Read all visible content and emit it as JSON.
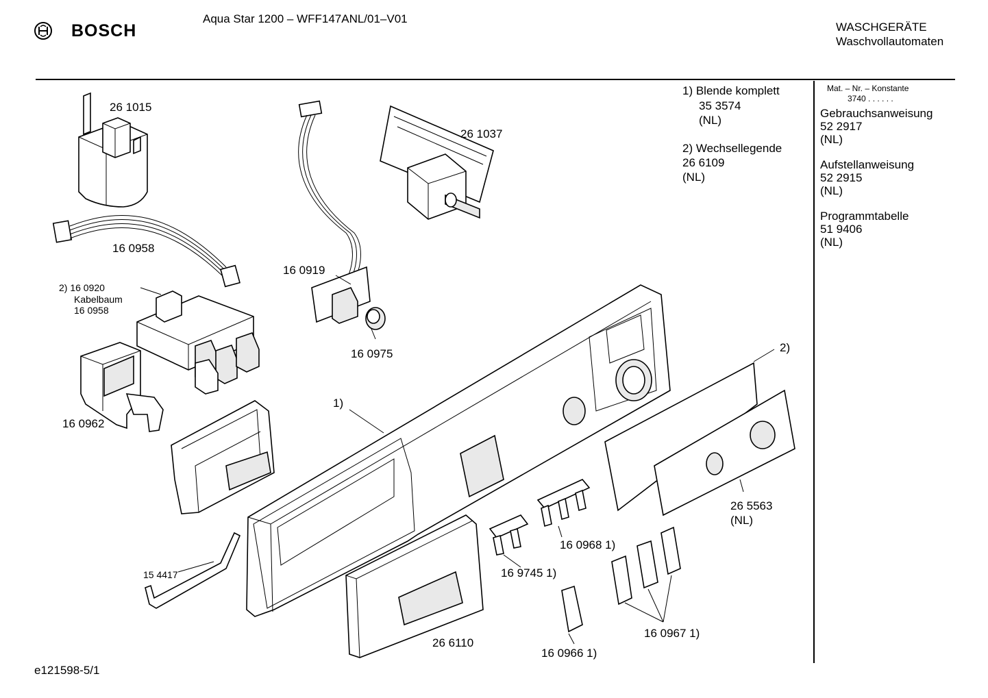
{
  "header": {
    "brand": "BOSCH",
    "model": "Aqua Star 1200 – WFF147ANL/01–V01",
    "category": "WASCHGERÄTE",
    "subcategory": "Waschvollautomaten"
  },
  "notes": {
    "n1_title": "1) Blende komplett",
    "n1_num": "35 3574",
    "n1_var": "(NL)",
    "n2_title": "2) Wechsellegende",
    "n2_num": "26 6109",
    "n2_var": "(NL)"
  },
  "side": {
    "const_label": "Mat. – Nr. – Konstante",
    "const_value": "3740 . . . . . .",
    "docs": [
      {
        "title": "Gebrauchsanweisung",
        "num": "52 2917",
        "var": "(NL)"
      },
      {
        "title": "Aufstellanweisung",
        "num": "52 2915",
        "var": "(NL)"
      },
      {
        "title": "Programmtabelle",
        "num": "51 9406",
        "var": "(NL)"
      }
    ]
  },
  "parts": {
    "p261015": "26 1015",
    "p261037": "26 1037",
    "p160958": "16 0958",
    "p160919": "16 0919",
    "p160920_a": "2) 16 0920",
    "p160920_b": "Kabelbaum",
    "p160920_c": "16 0958",
    "p160975": "16 0975",
    "p160962": "16 0962",
    "ref1": "1)",
    "ref2": "2)",
    "p265563": "26 5563",
    "p265563_var": "(NL)",
    "p160968": "16 0968 1)",
    "p169745": "16 9745 1)",
    "p154417": "15 4417",
    "p266110": "26 6110",
    "p160966": "16 0966 1)",
    "p160967": "16 0967 1)"
  },
  "footer": {
    "doc_id": "e121598-5/1"
  }
}
